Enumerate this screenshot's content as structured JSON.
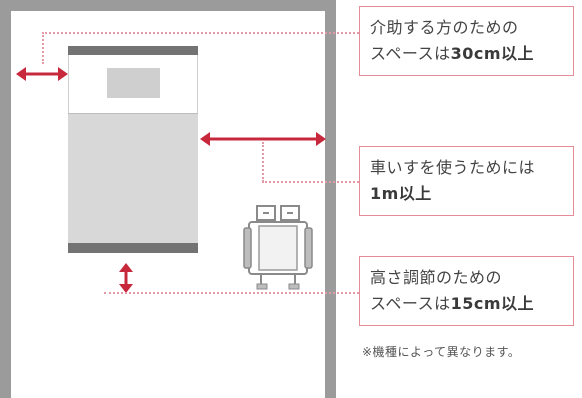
{
  "callouts": [
    {
      "line1": "介助する方のための",
      "line2_prefix": "スペースは",
      "line2_value": "30cm以上"
    },
    {
      "line1": "車いすを使うためには",
      "line2_prefix": "",
      "line2_value": "1m以上"
    },
    {
      "line1": "高さ調節のための",
      "line2_prefix": "スペースは",
      "line2_value": "15cm以上"
    }
  ],
  "footnote": "※機種によって異なります。",
  "colors": {
    "wall": "#9b9b9b",
    "bed_frame": "#737373",
    "bed_body": "#d6d6d6",
    "accent_red": "#c8283c",
    "callout_border": "#e48c97",
    "leader": "#e39aa6"
  }
}
